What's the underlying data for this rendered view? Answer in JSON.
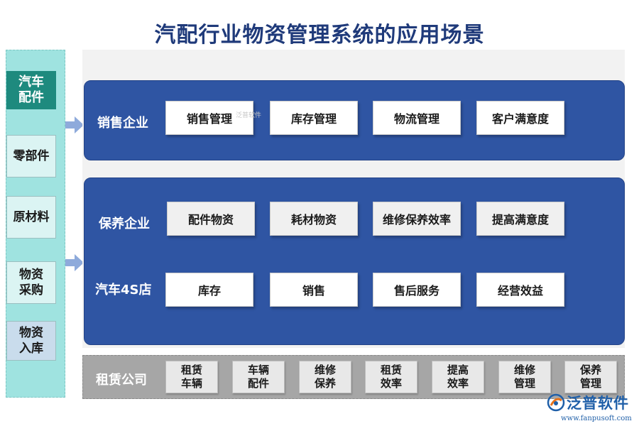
{
  "title": "汽配行业物资管理系统的应用场景",
  "left_column": {
    "items": [
      "汽车\n配件",
      "零部件",
      "原材料",
      "物资\n采购",
      "物资\n入库"
    ]
  },
  "sales_panel": {
    "label": "销售企业",
    "items": [
      "销售管理",
      "库存管理",
      "物流管理",
      "客户满意度"
    ]
  },
  "maintenance_panel": {
    "label": "保养企业",
    "items": [
      "配件物资",
      "耗材物资",
      "维修保养效率",
      "提高满意度"
    ],
    "label2": "汽车4S店",
    "items2": [
      "库存",
      "销售",
      "售后服务",
      "经营效益"
    ]
  },
  "rental": {
    "label": "租赁公司",
    "items": [
      "租赁\n车辆",
      "车辆\n配件",
      "维修\n保养",
      "租赁\n效率",
      "提高\n效率",
      "维修\n管理",
      "保养\n管理"
    ]
  },
  "watermark_small": "泛普软件",
  "logo": {
    "name": "泛普软件",
    "url": "www.fanpusoft.com"
  },
  "colors": {
    "panel": "#2f55a3",
    "left_column": "#9fe3e0",
    "left_head": "#1e8a7e",
    "bottom_bar": "#a6a6a6",
    "title": "#1f3a7a"
  }
}
